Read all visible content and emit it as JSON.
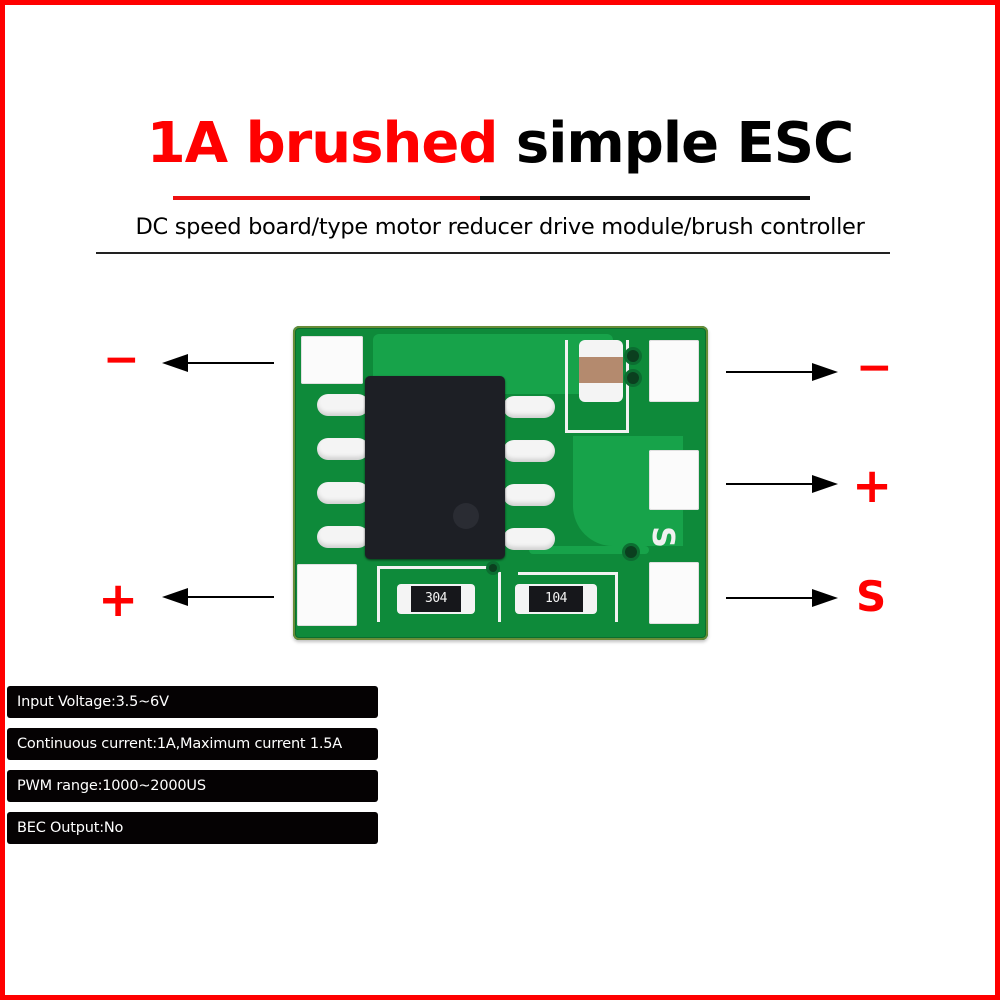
{
  "header": {
    "title_red": "1A brushed",
    "title_black": "simple ESC",
    "subtitle": "DC speed board/type motor reducer drive module/brush controller"
  },
  "pcb": {
    "resistor_left_label": "304",
    "resistor_right_label": "104",
    "silkscreen_label": "S"
  },
  "pin_labels": {
    "left_top": "−",
    "left_bottom": "+",
    "right_top": "−",
    "right_middle": "+",
    "right_bottom": "S"
  },
  "specs": [
    {
      "label": "Input Voltage:3.5~6V"
    },
    {
      "label": "Continuous current:1A,Maximum current 1.5A"
    },
    {
      "label": "PWM range:1000~2000US"
    },
    {
      "label": "BEC Output:No"
    }
  ],
  "colors": {
    "accent_red": "#ff0000",
    "pcb_green": "#0e8a3a",
    "spec_box": "#050203"
  }
}
